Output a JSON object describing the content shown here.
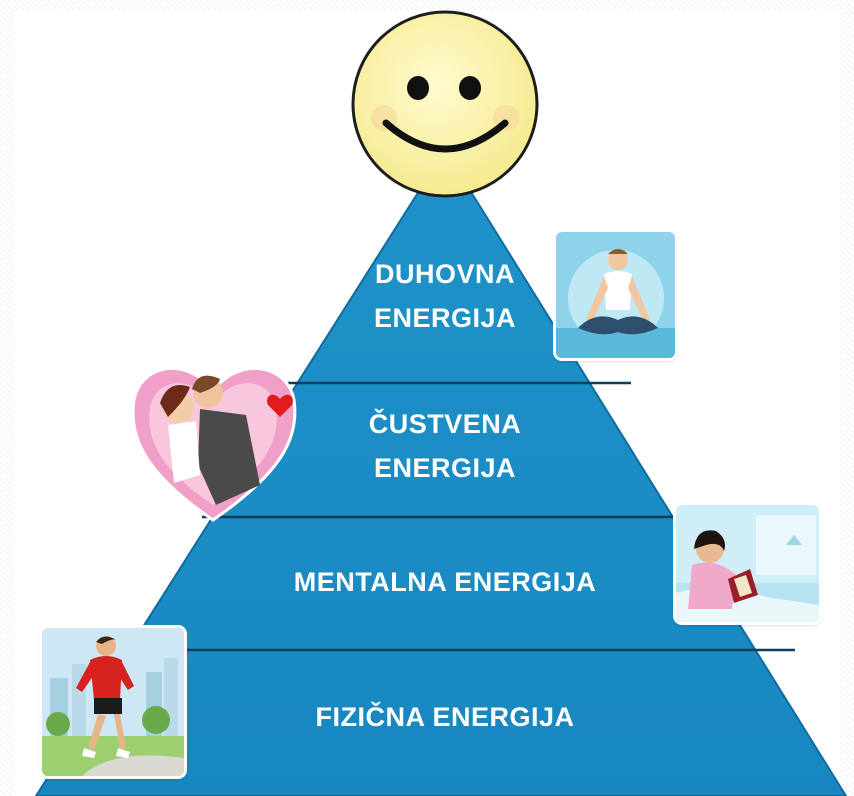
{
  "pyramid": {
    "levels": [
      {
        "id": "spiritual",
        "line1": "DUHOVNA",
        "line2": "ENERGIJA"
      },
      {
        "id": "emotional",
        "line1": "ČUSTVENA",
        "line2": "ENERGIJA"
      },
      {
        "id": "mental",
        "line1": "MENTALNA ENERGIJA"
      },
      {
        "id": "physical",
        "line1": "FIZIČNA ENERGIJA"
      }
    ]
  },
  "colors": {
    "pyramid_fill": "#1a8ec6",
    "pyramid_dark": "#0f6c9c",
    "divider": "#0b3f5e",
    "smiley": "#fbf3a0",
    "label": "#ffffff"
  },
  "icons": {
    "top": "smiley-face-icon",
    "spiritual": "meditating-man-icon",
    "emotional": "hugging-couple-heart-icon",
    "mental": "woman-reading-icon",
    "physical": "jogging-man-icon"
  }
}
